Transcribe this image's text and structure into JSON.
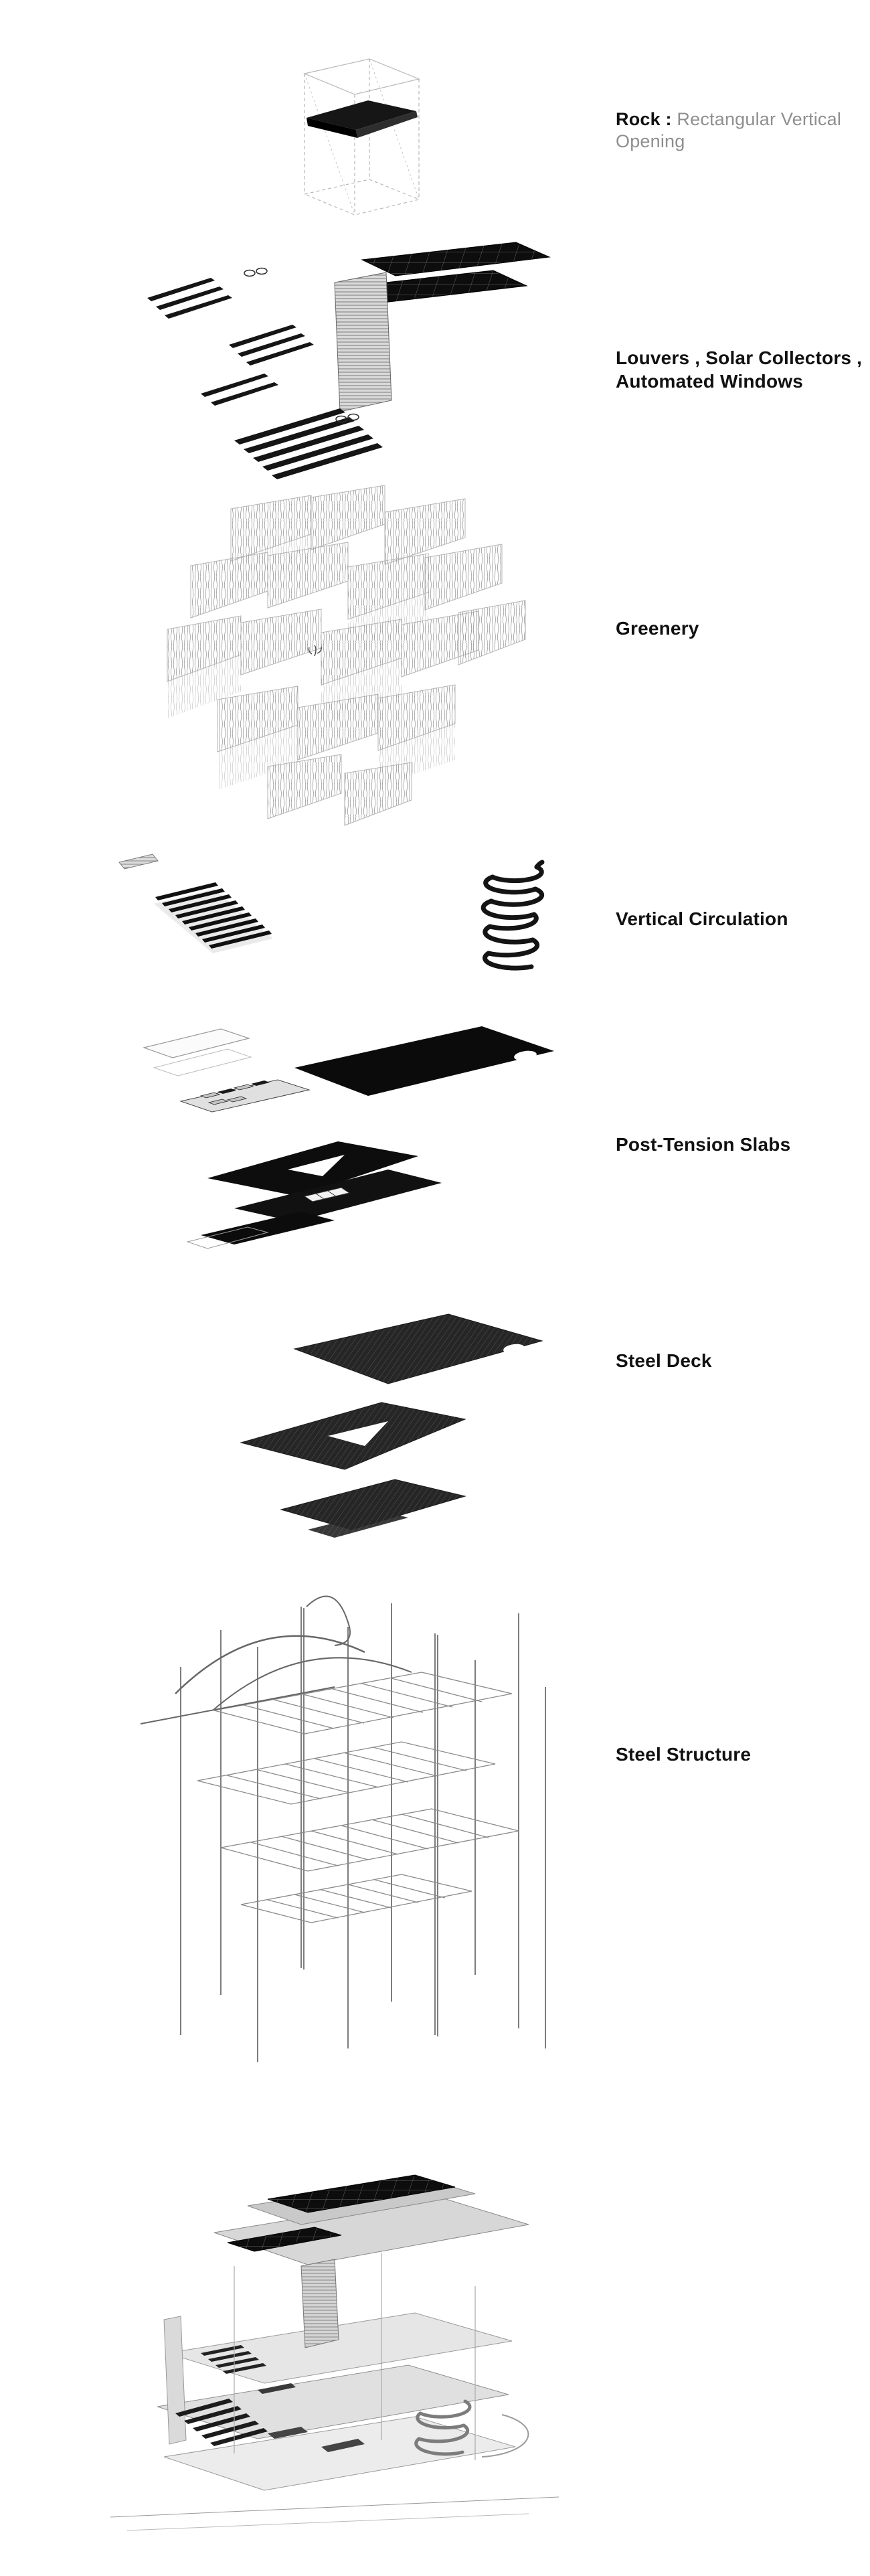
{
  "colors": {
    "ink": "#111111",
    "muted_text": "#8f8f8f",
    "line_gray": "#8a8a8a",
    "panel_gray": "#d9d9d9",
    "background": "#ffffff"
  },
  "sections": {
    "rock": {
      "label_bold": "Rock :",
      "label_rest": "Rectangular Vertical Opening"
    },
    "louvers": {
      "label_line1": "Louvers , Solar Collectors ,",
      "label_line2": "Automated Windows"
    },
    "greenery": {
      "label": "Greenery"
    },
    "vertical_circulation": {
      "label": "Vertical Circulation"
    },
    "post_tension_slabs": {
      "label": "Post-Tension Slabs"
    },
    "steel_deck": {
      "label": "Steel Deck"
    },
    "steel_structure": {
      "label": "Steel Structure"
    }
  }
}
